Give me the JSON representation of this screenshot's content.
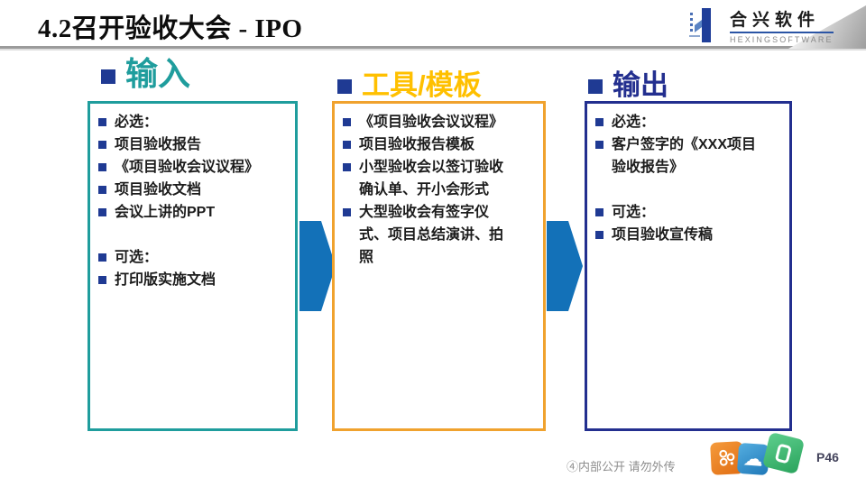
{
  "slide": {
    "title": "4.2召开验收大会 - IPO",
    "page_number": "P46",
    "footer_notice": "④内部公开 请勿外传"
  },
  "logo": {
    "company_cn": "合兴软件",
    "company_en": "HEXINGSOFTWARE"
  },
  "columns": [
    {
      "id": "input",
      "header": "输入",
      "items": [
        "必选：",
        "项目验收报告",
        "《项目验收会议议程》",
        "项目验收文档",
        "会议上讲的PPT",
        "",
        "可选：",
        "打印版实施文档"
      ]
    },
    {
      "id": "tools-templates",
      "header": "工具/模板",
      "items": [
        "《项目验收会议议程》",
        "项目验收报告模板",
        "小型验收会以签订验收确认单、开小会形式",
        "大型验收会有签字仪式、项目总结演讲、拍照"
      ]
    },
    {
      "id": "output",
      "header": "输出",
      "items": [
        "必选：",
        "客户签字的《XXX项目验收报告》",
        "",
        "可选：",
        "项目验收宣传稿"
      ]
    }
  ],
  "colors": {
    "input_accent": "#1F9D9D",
    "tools_header_text": "#FFC000",
    "tools_border": "#F0A22E",
    "output_accent": "#232F8F",
    "list_bullet": "#1F3A93",
    "arrow_blue": "#1371B8",
    "logo_blue": "#1F3E99",
    "cube_orange": "#E87420",
    "cube_blue": "#2B85C8",
    "cube_green": "#3CB878"
  }
}
